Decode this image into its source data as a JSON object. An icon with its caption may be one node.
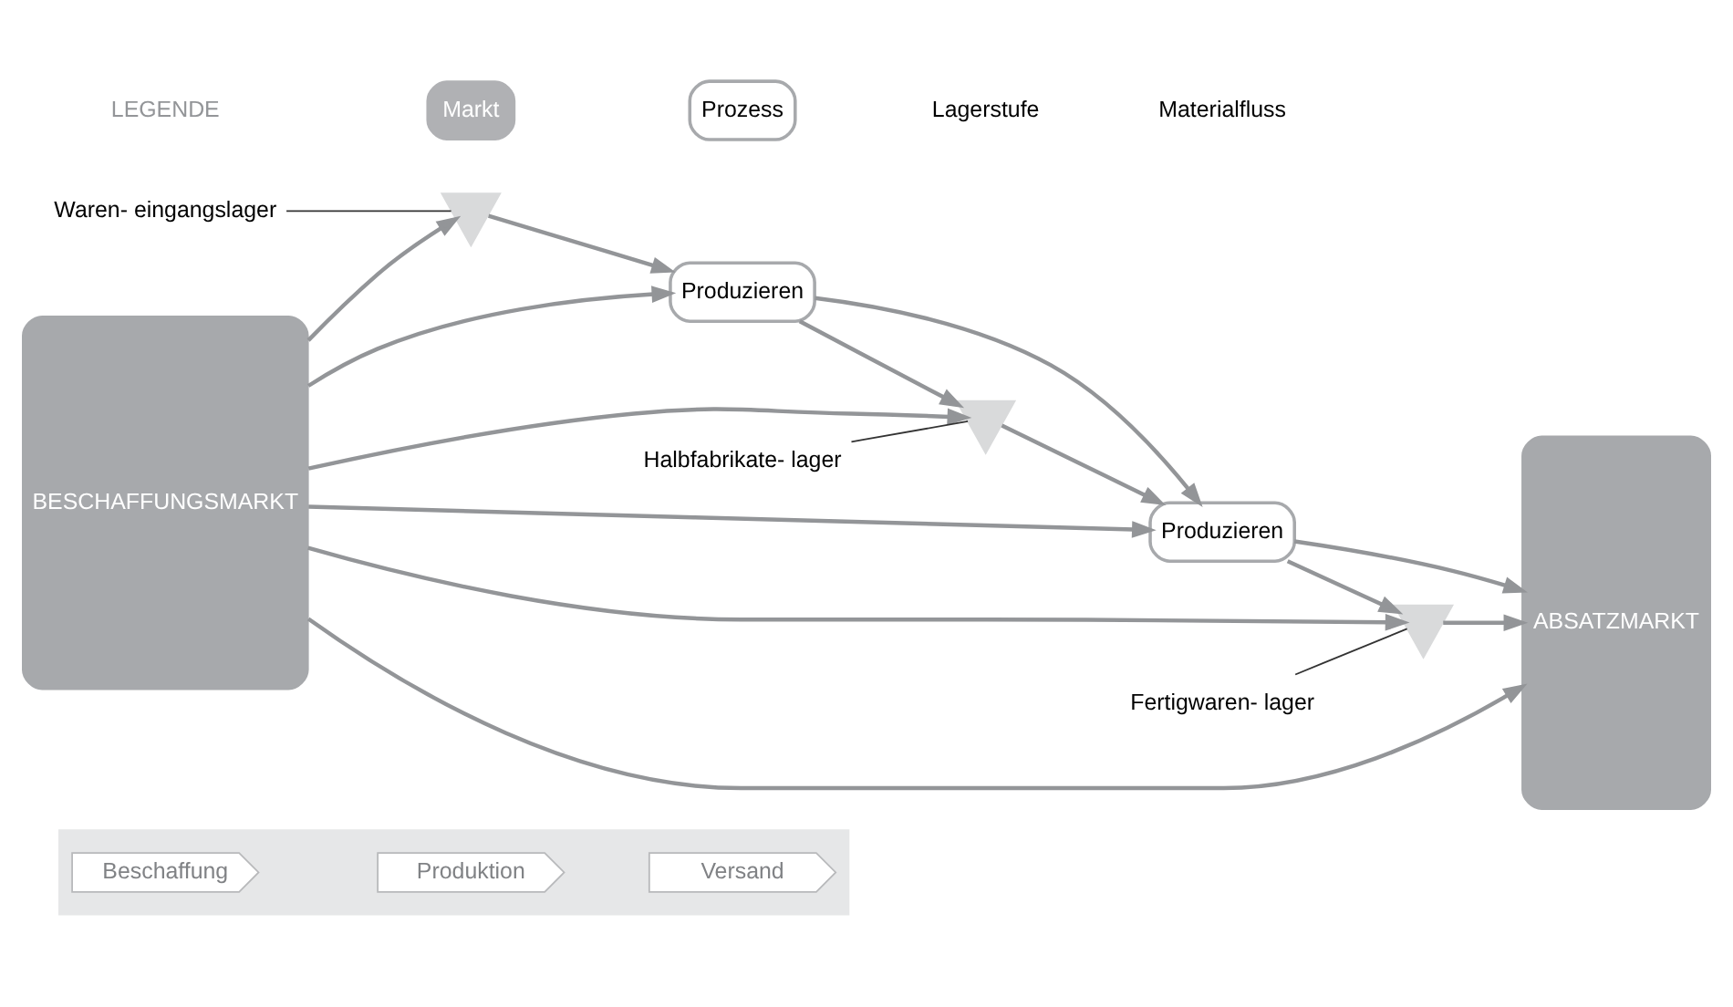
{
  "diagram": {
    "nodes": [
      {
        "text": [],
        "shape": "box"
      },
      {
        "text": [
          "Beschaffung"
        ],
        "in": 0
      },
      {
        "text": [
          "Produktion"
        ],
        "in": 0
      },
      {
        "text": [
          "Versand"
        ],
        "in": 0
      },
      {
        "text": [
          "BESCHAFFUNGSMARKT"
        ]
      },
      {
        "text": [
          "Waren- eingangslager"
        ]
      },
      {
        "text": [],
        "shape": "triangle"
      },
      {
        "text": [
          "Produzieren"
        ]
      },
      {
        "text": [],
        "shape": "triangle"
      },
      {
        "text": [
          "Halbfabrikate- lager"
        ]
      },
      {
        "text": [
          "Produzieren"
        ]
      },
      {
        "text": [
          "Fertigwaren- lager"
        ]
      },
      {
        "text": [],
        "shape": "triangle"
      },
      {
        "text": [
          "ABSATZMARKT"
        ]
      }
    ],
    "edges": [
      {
        "from": 4,
        "to": 10,
        "arrow": "to"
      },
      {
        "from": 4,
        "to": 7,
        "arrow": "to"
      },
      {
        "from": 4,
        "to": 6,
        "arrow": "to"
      },
      {
        "from": 6,
        "to": 7,
        "arrow": "to"
      },
      {
        "from": 7,
        "to": 10,
        "arrow": "to"
      },
      {
        "from": 7,
        "to": 8,
        "arrow": "to"
      },
      {
        "from": 4,
        "to": 8,
        "arrow": "to"
      },
      {
        "from": 8,
        "to": 10,
        "arrow": "to"
      },
      {
        "from": 10,
        "to": 13,
        "arrow": "to"
      },
      {
        "from": 10,
        "to": 12,
        "arrow": "to"
      },
      {
        "from": 4,
        "to": 12,
        "arrow": "to"
      },
      {
        "from": 12,
        "to": 13,
        "arrow": "to"
      },
      {
        "from": 4,
        "to": 13,
        "arrow": "to"
      },
      {
        "from": 5,
        "to": 6,
        "arrow": "none",
        "color": "#333333"
      },
      {
        "from": 9,
        "to": 8,
        "arrow": "none",
        "color": "#333333"
      },
      {
        "from": 11,
        "to": 12,
        "arrow": "none",
        "color": "#333333"
      }
    ],
    "labels": [
      "LEGENDE"
    ],
    "legend": [
      {
        "text": "Markt",
        "color": "#b0b1b4"
      },
      {
        "text": "Prozess"
      },
      {
        "text": "Lagerstufe"
      },
      {
        "text": "Materialfluss"
      }
    ]
  }
}
